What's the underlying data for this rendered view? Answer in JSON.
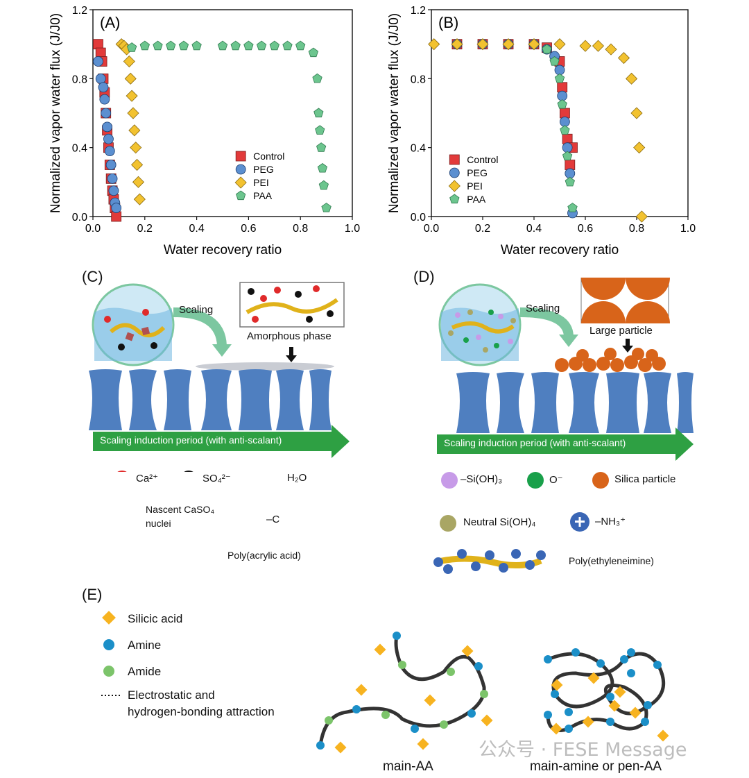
{
  "chart_data": [
    {
      "type": "scatter",
      "panel_label": "(A)",
      "xlabel": "Water recovery ratio",
      "ylabel": "Normalized vapor water flux (J/J0)",
      "xlim": [
        0,
        1.0
      ],
      "ylim": [
        0,
        1.2
      ],
      "xticks": [
        "0.0",
        "0.2",
        "0.4",
        "0.6",
        "0.8",
        "1.0"
      ],
      "yticks": [
        "0.0",
        "0.4",
        "0.8",
        "1.2"
      ],
      "legend_position": "bottom-right",
      "series": [
        {
          "name": "Control",
          "marker": "square",
          "color": "#e23a3a",
          "x": [
            0.02,
            0.03,
            0.035,
            0.04,
            0.045,
            0.05,
            0.055,
            0.06,
            0.065,
            0.07,
            0.075,
            0.08,
            0.085,
            0.09
          ],
          "y": [
            1.0,
            0.95,
            0.9,
            0.8,
            0.72,
            0.6,
            0.5,
            0.4,
            0.3,
            0.22,
            0.15,
            0.1,
            0.05,
            0.0
          ]
        },
        {
          "name": "PEG",
          "marker": "circle",
          "color": "#5b8fd0",
          "x": [
            0.02,
            0.03,
            0.04,
            0.045,
            0.05,
            0.055,
            0.06,
            0.065,
            0.07,
            0.075,
            0.08,
            0.085,
            0.09
          ],
          "y": [
            0.9,
            0.8,
            0.75,
            0.68,
            0.6,
            0.52,
            0.45,
            0.38,
            0.3,
            0.22,
            0.15,
            0.08,
            0.05
          ]
        },
        {
          "name": "PEI",
          "marker": "diamond",
          "color": "#f2c230",
          "x": [
            0.11,
            0.12,
            0.13,
            0.14,
            0.145,
            0.15,
            0.155,
            0.16,
            0.165,
            0.17,
            0.175,
            0.18
          ],
          "y": [
            1.0,
            0.99,
            0.97,
            0.9,
            0.8,
            0.7,
            0.6,
            0.5,
            0.4,
            0.3,
            0.2,
            0.1
          ]
        },
        {
          "name": "PAA",
          "marker": "pentagon",
          "color": "#6cc58e",
          "x": [
            0.15,
            0.2,
            0.25,
            0.3,
            0.35,
            0.4,
            0.5,
            0.55,
            0.6,
            0.65,
            0.7,
            0.75,
            0.8,
            0.85,
            0.865,
            0.87,
            0.875,
            0.88,
            0.885,
            0.89,
            0.9
          ],
          "y": [
            0.98,
            0.99,
            0.99,
            0.99,
            0.99,
            0.99,
            0.99,
            0.99,
            0.99,
            0.99,
            0.99,
            0.99,
            0.99,
            0.95,
            0.8,
            0.6,
            0.5,
            0.4,
            0.28,
            0.18,
            0.05
          ]
        }
      ]
    },
    {
      "type": "scatter",
      "panel_label": "(B)",
      "xlabel": "Water recovery ratio",
      "ylabel": "Normalized vapor water flux (J/J0)",
      "xlim": [
        0,
        1.0
      ],
      "ylim": [
        0,
        1.2
      ],
      "xticks": [
        "0.0",
        "0.2",
        "0.4",
        "0.6",
        "0.8",
        "1.0"
      ],
      "yticks": [
        "0.0",
        "0.4",
        "0.8",
        "1.2"
      ],
      "legend_position": "bottom-left",
      "series": [
        {
          "name": "Control",
          "marker": "square",
          "color": "#e23a3a",
          "x": [
            0.1,
            0.2,
            0.3,
            0.4,
            0.45,
            0.5,
            0.51,
            0.52,
            0.53,
            0.54,
            0.55
          ],
          "y": [
            1.0,
            1.0,
            1.0,
            1.0,
            0.98,
            0.9,
            0.75,
            0.6,
            0.45,
            0.3,
            0.4
          ]
        },
        {
          "name": "PEG",
          "marker": "circle",
          "color": "#5b8fd0",
          "x": [
            0.1,
            0.2,
            0.3,
            0.4,
            0.45,
            0.48,
            0.5,
            0.51,
            0.52,
            0.53,
            0.54,
            0.55
          ],
          "y": [
            1.0,
            1.0,
            1.0,
            1.0,
            0.97,
            0.93,
            0.85,
            0.7,
            0.55,
            0.4,
            0.25,
            0.02
          ]
        },
        {
          "name": "PEI",
          "marker": "diamond",
          "color": "#f2c230",
          "x": [
            0.01,
            0.1,
            0.2,
            0.3,
            0.4,
            0.5,
            0.6,
            0.65,
            0.7,
            0.75,
            0.78,
            0.8,
            0.81,
            0.82
          ],
          "y": [
            1.0,
            1.0,
            1.0,
            1.0,
            1.0,
            1.0,
            0.99,
            0.99,
            0.97,
            0.92,
            0.8,
            0.6,
            0.4,
            0.0
          ]
        },
        {
          "name": "PAA",
          "marker": "pentagon",
          "color": "#6cc58e",
          "x": [
            0.45,
            0.48,
            0.5,
            0.51,
            0.52,
            0.53,
            0.54,
            0.55
          ],
          "y": [
            0.97,
            0.9,
            0.8,
            0.65,
            0.5,
            0.35,
            0.2,
            0.05
          ]
        }
      ]
    }
  ],
  "panel_c": {
    "label": "(C)",
    "scaling": "Scaling",
    "amorphous": "Amorphous phase",
    "arrow_text": "Scaling induction period (with anti-scalant)",
    "legend": {
      "ca": "Ca²⁺",
      "so4": "SO₄²⁻",
      "h2o": "H₂O",
      "nuclei_line1": "Nascent CaSO₄",
      "nuclei_line2": "nuclei",
      "neg_c": "–C",
      "paa": "Poly(acrylic acid)"
    }
  },
  "panel_d": {
    "label": "(D)",
    "scaling": "Scaling",
    "large_particle": "Large particle",
    "arrow_text": "Scaling induction period (with anti-scalant)",
    "legend": {
      "sioh3": "–Si(OH)₃",
      "o_minus": "O⁻",
      "silica": "Silica particle",
      "neutral": "Neutral Si(OH)₄",
      "nh3": "–NH₃⁺",
      "pei": "Poly(ethyleneimine)"
    }
  },
  "panel_e": {
    "label": "(E)",
    "legend": {
      "silicic": "Silicic acid",
      "amine": "Amine",
      "amide": "Amide",
      "attraction_line1": "Electrostatic and",
      "attraction_line2": "hydrogen-bonding attraction"
    },
    "caption_left": "main-AA",
    "caption_right": "main-amine or pen-AA"
  },
  "watermark": "公众号 · FESE Message",
  "colors": {
    "control": "#e23a3a",
    "peg": "#5b8fd0",
    "pei": "#f2c230",
    "paa": "#6cc58e",
    "membrane": "#4f7fc0",
    "arrow_green": "#2ea043",
    "silica": "#d8641a"
  }
}
